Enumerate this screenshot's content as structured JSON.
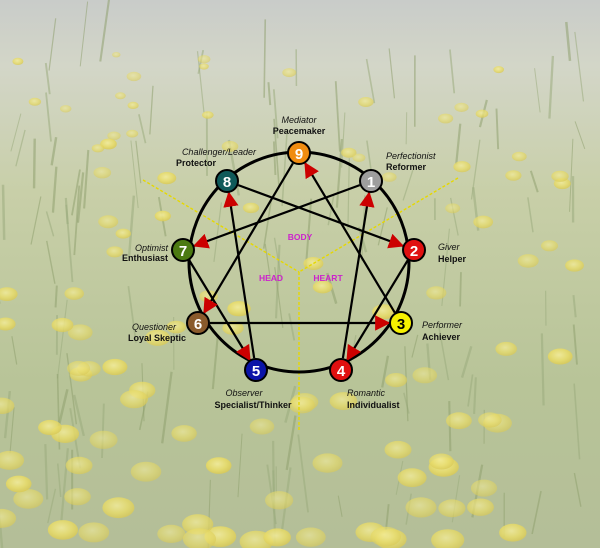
{
  "colors": {
    "line": "#000000",
    "arrow": "#cc0000",
    "divider": "#e6d800",
    "center_label": "#cc22cc"
  },
  "center_labels": {
    "body": "BODY",
    "head": "HEAD",
    "heart": "HEART"
  },
  "types": [
    {
      "number": "1",
      "role": "Perfectionist",
      "name": "Reformer",
      "color": "#9e9e9e"
    },
    {
      "number": "2",
      "role": "Giver",
      "name": "Helper",
      "color": "#e01010"
    },
    {
      "number": "3",
      "role": "Performer",
      "name": "Achiever",
      "color": "#f5f000"
    },
    {
      "number": "4",
      "role": "Romantic",
      "name": "Individualist",
      "color": "#e01010"
    },
    {
      "number": "5",
      "role": "Observer",
      "name": "Specialist/Thinker",
      "color": "#0a14a8"
    },
    {
      "number": "6",
      "role": "Questioner",
      "name": "Loyal Skeptic",
      "color": "#8a5a2c"
    },
    {
      "number": "7",
      "role": "Optimist",
      "name": "Enthusiast",
      "color": "#4c7a12"
    },
    {
      "number": "8",
      "role": "Challenger/Leader",
      "name": "Protector",
      "color": "#0f5a5a"
    },
    {
      "number": "9",
      "role": "Mediator",
      "name": "Peacemaker",
      "color": "#f08c10"
    }
  ]
}
